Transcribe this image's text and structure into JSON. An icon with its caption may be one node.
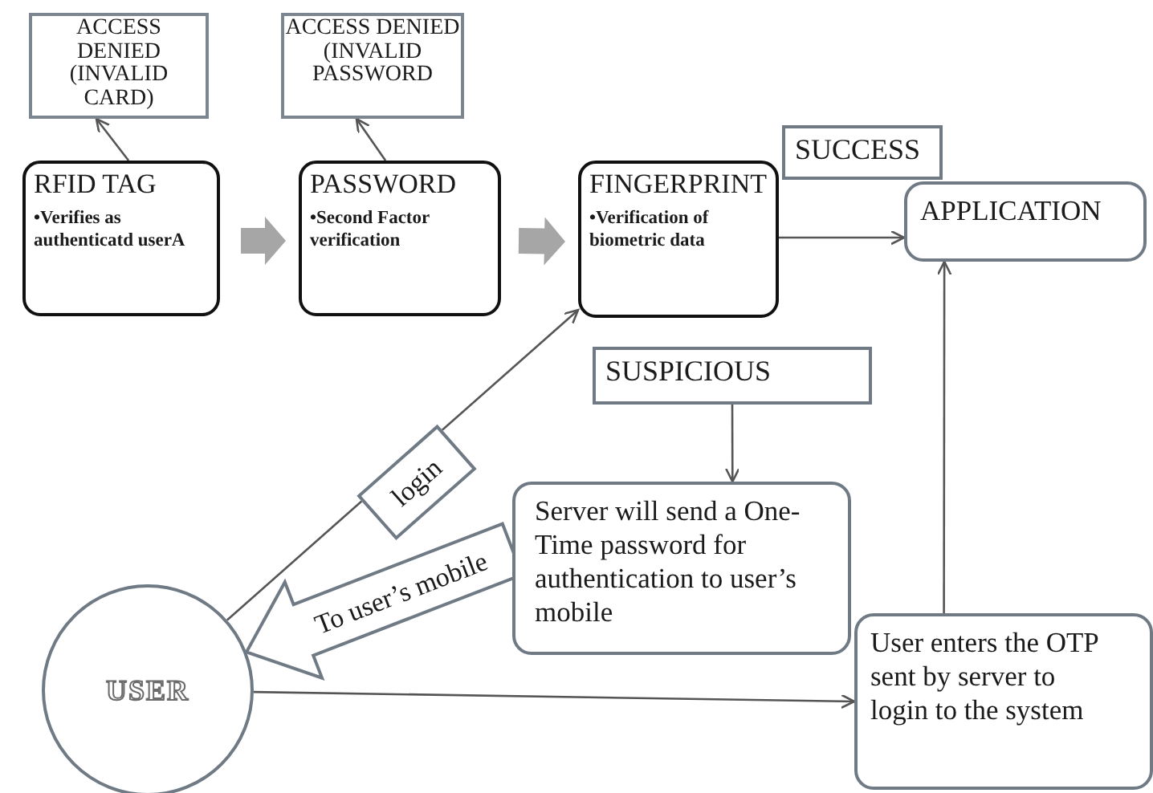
{
  "diagram": {
    "nodes": [
      {
        "text": [
          "ACCESS DENIED (INVALID CARD)"
        ]
      },
      {
        "text": [
          "ACCESS DENIED (INVALID PASSWORD"
        ]
      },
      {
        "text": [
          "RFID TAG",
          "•Verifies as authenticatd userA"
        ]
      },
      {
        "text": [
          "PASSWORD",
          "•Second Factor verification"
        ]
      },
      {
        "text": [
          "FINGERPRINT",
          "•Verification of biometric data"
        ]
      },
      {
        "text": [
          "SUCCESS"
        ]
      },
      {
        "text": [
          "APPLICATION"
        ]
      },
      {
        "text": [
          "SUSPICIOUS"
        ]
      },
      {
        "text": [
          "Server will send a One-Time password for authentication to user’s mobile"
        ]
      },
      {
        "text": [
          "USER"
        ]
      },
      {
        "text": [
          "User enters the OTP  sent by server to login to the system"
        ]
      }
    ],
    "edges": [
      {
        "from": 2,
        "to": 0,
        "arrow": "to"
      },
      {
        "from": 3,
        "to": 1,
        "arrow": "to"
      },
      {
        "from": 2,
        "to": 3,
        "arrow": "to",
        "style": "thick",
        "color": "#a6a6a6"
      },
      {
        "from": 3,
        "to": 4,
        "arrow": "to",
        "style": "thick",
        "color": "#a6a6a6"
      },
      {
        "from": 4,
        "to": 6,
        "arrow": "to"
      },
      {
        "from": 9,
        "to": 4,
        "arrow": "to",
        "label": "login"
      },
      {
        "from": 7,
        "to": 8,
        "arrow": "to"
      },
      {
        "from": 8,
        "to": 9,
        "arrow": "to",
        "label": "To user’s mobile",
        "style": "thick"
      },
      {
        "from": 9,
        "to": 10,
        "arrow": "to"
      },
      {
        "from": 10,
        "to": 6,
        "arrow": "to"
      }
    ]
  }
}
